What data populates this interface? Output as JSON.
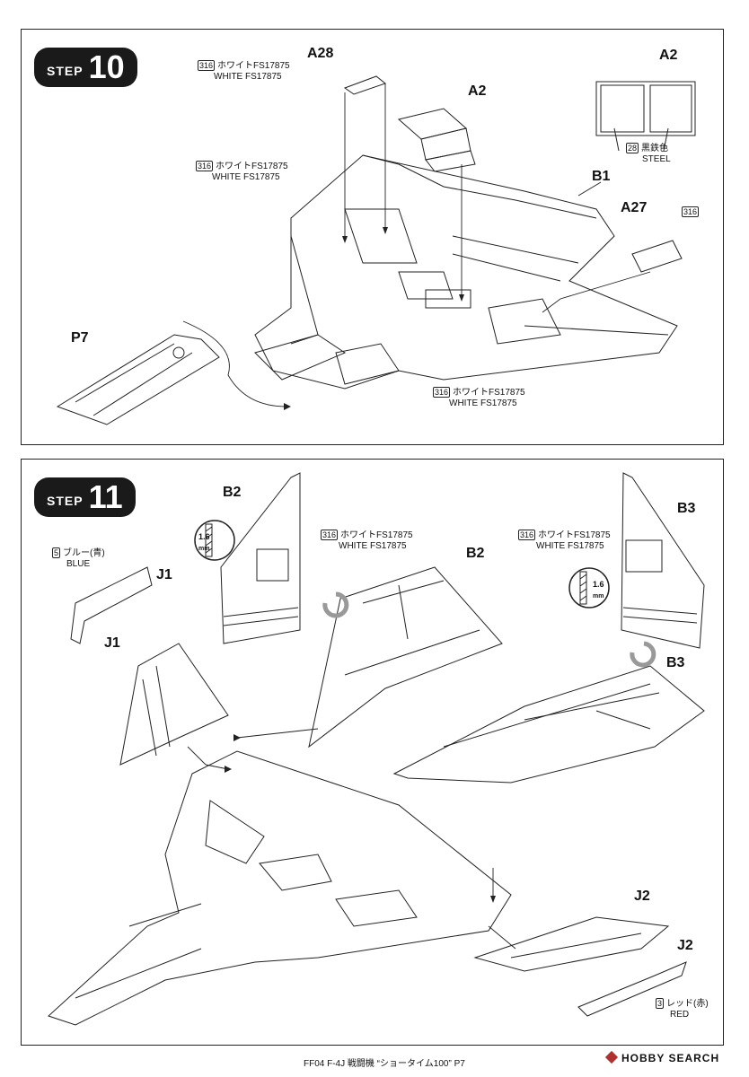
{
  "step10": {
    "word": "STEP",
    "number": "10",
    "parts": {
      "a28": "A28",
      "a2_top": "A2",
      "a2_mid": "A2",
      "b1": "B1",
      "a27": "A27",
      "p7": "P7"
    },
    "notes": {
      "note1": {
        "code": "316",
        "jp": "ホワイトFS17875",
        "en": "WHITE FS17875"
      },
      "note2": {
        "code": "316",
        "jp": "ホワイトFS17875",
        "en": "WHITE FS17875"
      },
      "note3": {
        "code": "316",
        "jp": "ホワイトFS17875",
        "en": "WHITE FS17875"
      },
      "steel": {
        "code": "28",
        "jp": "黒鉄色",
        "en": "STEEL"
      },
      "a27_code": "316"
    }
  },
  "step11": {
    "word": "STEP",
    "number": "11",
    "parts": {
      "b2_top": "B2",
      "b2_wing": "B2",
      "b3_top": "B3",
      "b3_wing": "B3",
      "j1_top": "J1",
      "j1_mid": "J1",
      "j2_top": "J2",
      "j2_bot": "J2"
    },
    "notes": {
      "blue": {
        "code": "5",
        "jp": "ブルー(青)",
        "en": "BLUE"
      },
      "white_left": {
        "code": "316",
        "jp": "ホワイトFS17875",
        "en": "WHITE FS17875"
      },
      "white_right": {
        "code": "316",
        "jp": "ホワイトFS17875",
        "en": "WHITE FS17875"
      },
      "red": {
        "code": "3",
        "jp": "レッド(赤)",
        "en": "RED"
      }
    },
    "drill": {
      "left": "1.6",
      "right": "1.6",
      "unit": "mm"
    }
  },
  "footer": {
    "text": "FF04 F-4J 戦闘機 “ショータイム100” P7",
    "brand": "HOBBY SEARCH"
  }
}
